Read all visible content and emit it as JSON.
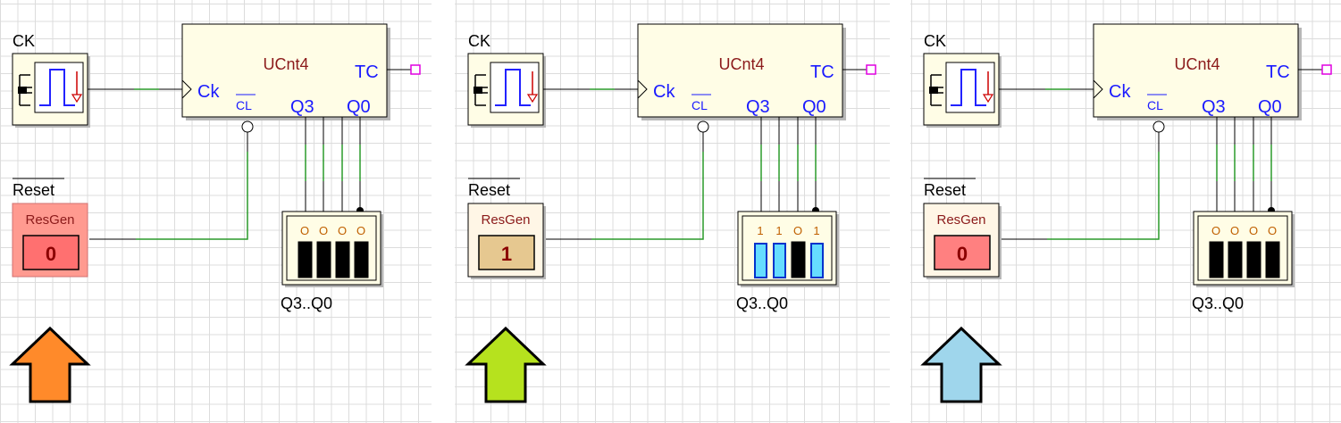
{
  "panels": [
    {
      "clock_label": "CK",
      "reset_label": "Reset",
      "counter": {
        "name": "UCnt4",
        "ck_pin": "Ck",
        "cl_pin": "CL",
        "tc_pin": "TC",
        "q3_pin": "Q3",
        "q0_pin": "Q0"
      },
      "resgen": {
        "name": "ResGen",
        "value": "0",
        "active": true
      },
      "display": {
        "label": "Q3..Q0",
        "bits": [
          "O",
          "O",
          "O",
          "O"
        ],
        "lit": [
          false,
          false,
          false,
          false
        ]
      },
      "arrow_color": "#ff8a2a"
    },
    {
      "clock_label": "CK",
      "reset_label": "Reset",
      "counter": {
        "name": "UCnt4",
        "ck_pin": "Ck",
        "cl_pin": "CL",
        "tc_pin": "TC",
        "q3_pin": "Q3",
        "q0_pin": "Q0"
      },
      "resgen": {
        "name": "ResGen",
        "value": "1",
        "active": false
      },
      "display": {
        "label": "Q3..Q0",
        "bits": [
          "1",
          "1",
          "O",
          "1"
        ],
        "lit": [
          true,
          true,
          false,
          true
        ]
      },
      "arrow_color": "#b6e21e"
    },
    {
      "clock_label": "CK",
      "reset_label": "Reset",
      "counter": {
        "name": "UCnt4",
        "ck_pin": "Ck",
        "cl_pin": "CL",
        "tc_pin": "TC",
        "q3_pin": "Q3",
        "q0_pin": "Q0"
      },
      "resgen": {
        "name": "ResGen",
        "value": "0",
        "active": false
      },
      "display": {
        "label": "Q3..Q0",
        "bits": [
          "O",
          "O",
          "O",
          "O"
        ],
        "lit": [
          false,
          false,
          false,
          false
        ]
      },
      "arrow_color": "#9fd6ec"
    }
  ],
  "colors": {
    "grid": "#dcdcdc",
    "component_fill": "#fffde6",
    "pin_text": "#1a1aff",
    "name_text": "#8b1a1a",
    "wire": "#000000",
    "wire_green": "#2a9a2a",
    "tc_pin": "#e000e0",
    "led_off": "#000000",
    "led_on": "#66ddff",
    "resgen_active_bg": "#ff9a90",
    "resgen_inactive_bg": "#fff6e6",
    "button_active": "#ff7070",
    "button_zero_inactive": "#ff8080",
    "button_one": "#e6c890"
  }
}
